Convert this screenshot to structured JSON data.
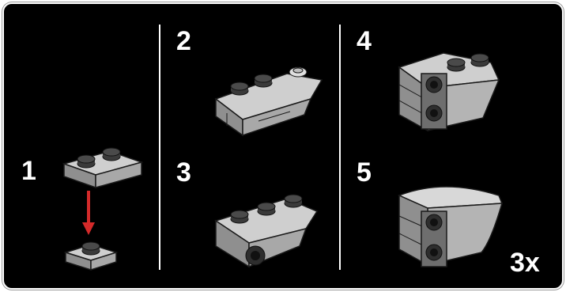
{
  "steps": [
    {
      "number": "1"
    },
    {
      "number": "2"
    },
    {
      "number": "3"
    },
    {
      "number": "4"
    },
    {
      "number": "5"
    }
  ],
  "multiplier": "3x",
  "colors": {
    "background": "#000000",
    "border": "#ffffff",
    "brick_light": "#c9c9c9",
    "brick_mid": "#9a9a9a",
    "brick_dark": "#3c3c3c",
    "arrow": "#d42a2a"
  }
}
